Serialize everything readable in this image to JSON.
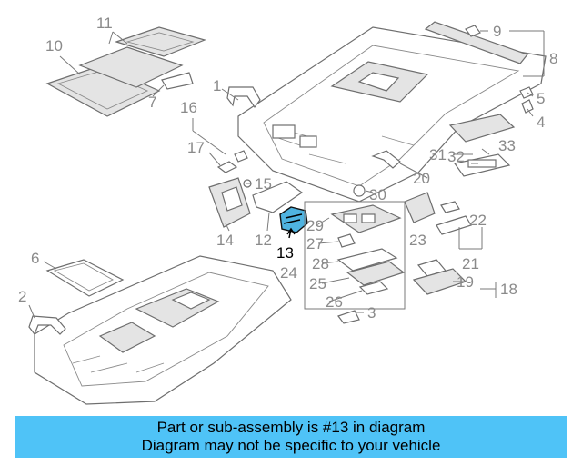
{
  "diagram": {
    "highlighted_part": "13",
    "callouts": [
      "1",
      "2",
      "3",
      "4",
      "5",
      "6",
      "7",
      "8",
      "9",
      "10",
      "11",
      "12",
      "13",
      "14",
      "15",
      "16",
      "17",
      "18",
      "19",
      "20",
      "21",
      "22",
      "23",
      "24",
      "25",
      "26",
      "27",
      "28",
      "29",
      "30",
      "31",
      "32",
      "33"
    ]
  },
  "banner": {
    "background_color": "#4fc3f7",
    "line1": "Part or sub-assembly is #13 in diagram",
    "line2": "Diagram may not be specific to your vehicle"
  },
  "colors": {
    "highlight": "#4fb3e0",
    "linework": "#6e6e6e",
    "callout_text": "#8a8a8a"
  }
}
